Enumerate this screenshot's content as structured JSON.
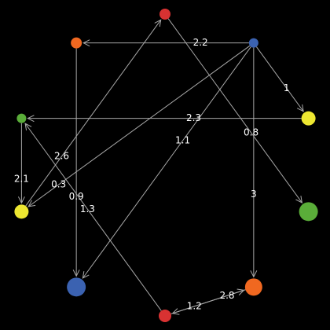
{
  "background_color": "#000000",
  "edge_color": "#a8a8a8",
  "label_color": "#ffffff",
  "nodes": [
    {
      "id": "n0",
      "color": "#d83232",
      "radius": 7
    },
    {
      "id": "n1",
      "color": "#3b62b1",
      "radius": 6
    },
    {
      "id": "n2",
      "color": "#ede731",
      "radius": 9
    },
    {
      "id": "n3",
      "color": "#5aad39",
      "radius": 12
    },
    {
      "id": "n4",
      "color": "#f06820",
      "radius": 11
    },
    {
      "id": "n5",
      "color": "#d83232",
      "radius": 8
    },
    {
      "id": "n6",
      "color": "#3b62b1",
      "radius": 12
    },
    {
      "id": "n7",
      "color": "#ede731",
      "radius": 9
    },
    {
      "id": "n8",
      "color": "#5aad39",
      "radius": 6
    },
    {
      "id": "n9",
      "color": "#f06820",
      "radius": 7
    }
  ],
  "edges": [
    {
      "from": "n1",
      "to": "n9",
      "label": "2.2"
    },
    {
      "from": "n7",
      "to": "n0",
      "label": "2.6"
    },
    {
      "from": "n1",
      "to": "n2",
      "label": "1"
    },
    {
      "from": "n1",
      "to": "n6",
      "label": "1.1"
    },
    {
      "from": "n2",
      "to": "n8",
      "label": "2.3"
    },
    {
      "from": "n0",
      "to": "n3",
      "label": "0.8"
    },
    {
      "from": "n1",
      "to": "n7",
      "label": "0.3"
    },
    {
      "from": "n5",
      "to": "n8",
      "label": "1.3"
    },
    {
      "from": "n8",
      "to": "n7",
      "label": "2.1"
    },
    {
      "from": "n9",
      "to": "n6",
      "label": "0.9"
    },
    {
      "from": "n1",
      "to": "n4",
      "label": "3"
    },
    {
      "from": "n4",
      "to": "n5",
      "label": "2.8"
    },
    {
      "from": "n5",
      "to": "n4",
      "label": "1.2"
    }
  ]
}
